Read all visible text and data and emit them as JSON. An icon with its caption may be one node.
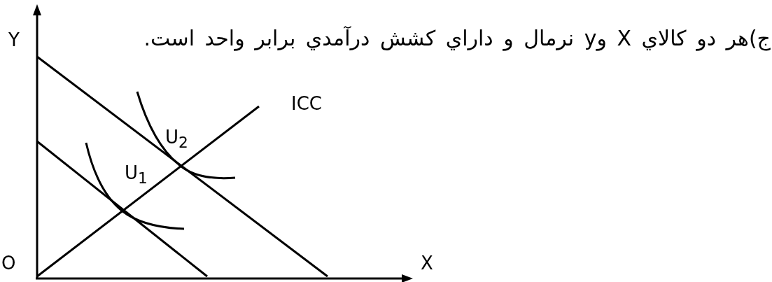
{
  "diagram": {
    "labels": [
      "ج)هر دو كالاي X وy نرمال و داراي كشش درآمدي برابر واحد است.",
      "Y",
      "ICC",
      "U$_{2}$",
      "U$_{1}$",
      "O",
      "X"
    ]
  }
}
